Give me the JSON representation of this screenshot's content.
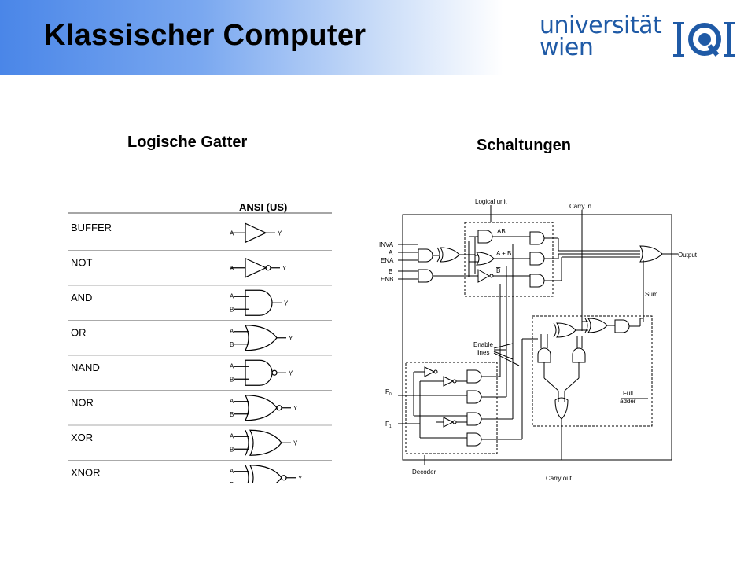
{
  "slide": {
    "title": "Klassischer Computer"
  },
  "logos": {
    "university_line1": "universität",
    "university_line2": "wien",
    "iqi_letters": "IQI"
  },
  "sections": {
    "gates_title": "Logische Gatter",
    "circuits_title": "Schaltungen"
  },
  "gate_table": {
    "header": "ANSI (US)",
    "rows": [
      {
        "name": "BUFFER",
        "inputs": [
          "A"
        ],
        "output": "Y"
      },
      {
        "name": "NOT",
        "inputs": [
          "A"
        ],
        "output": "Y"
      },
      {
        "name": "AND",
        "inputs": [
          "A",
          "B"
        ],
        "output": "Y"
      },
      {
        "name": "OR",
        "inputs": [
          "A",
          "B"
        ],
        "output": "Y"
      },
      {
        "name": "NAND",
        "inputs": [
          "A",
          "B"
        ],
        "output": "Y"
      },
      {
        "name": "NOR",
        "inputs": [
          "A",
          "B"
        ],
        "output": "Y"
      },
      {
        "name": "XOR",
        "inputs": [
          "A",
          "B"
        ],
        "output": "Y"
      },
      {
        "name": "XNOR",
        "inputs": [
          "A",
          "B"
        ],
        "output": "Y"
      }
    ]
  },
  "circuit": {
    "logical_unit": "Logical unit",
    "carry_in": "Carry in",
    "inputs": [
      "INVA",
      "A",
      "ENA",
      "B",
      "ENB"
    ],
    "ab": "AB",
    "a_plus_b": "A + B",
    "b_bar": "B",
    "output": "Output",
    "sum": "Sum",
    "enable_lines_1": "Enable",
    "enable_lines_2": "lines",
    "f0": "F",
    "f0_sub": "0",
    "f1": "F",
    "f1_sub": "1",
    "full_adder_1": "Full",
    "full_adder_2": "adder",
    "decoder": "Decoder",
    "carry_out": "Carry out"
  },
  "colors": {
    "header_start": "#4a86e8",
    "uni_blue": "#1f5aa6"
  }
}
